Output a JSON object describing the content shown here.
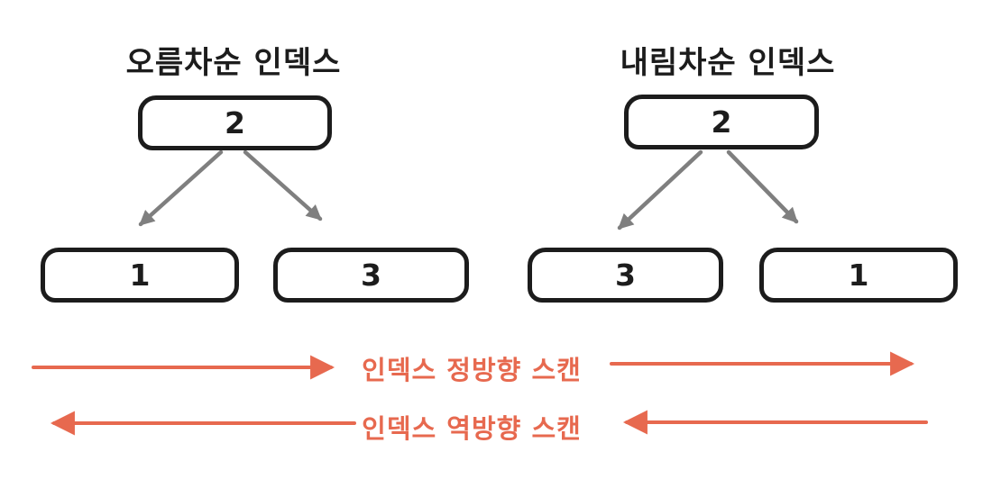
{
  "colors": {
    "ink": "#1c1c1c",
    "edge_gray": "#7f7f7f",
    "accent_red": "#e7694f",
    "background": "#ffffff"
  },
  "trees": [
    {
      "id": "ascending",
      "title": "오름차순 인덱스",
      "root": "2",
      "children": [
        "1",
        "3"
      ]
    },
    {
      "id": "descending",
      "title": "내림차순 인덱스",
      "root": "2",
      "children": [
        "3",
        "1"
      ]
    }
  ],
  "scan_legend": {
    "forward_label": "인덱스 정방향 스캔",
    "forward_direction": "right",
    "backward_label": "인덱스 역방향 스캔",
    "backward_direction": "left"
  }
}
